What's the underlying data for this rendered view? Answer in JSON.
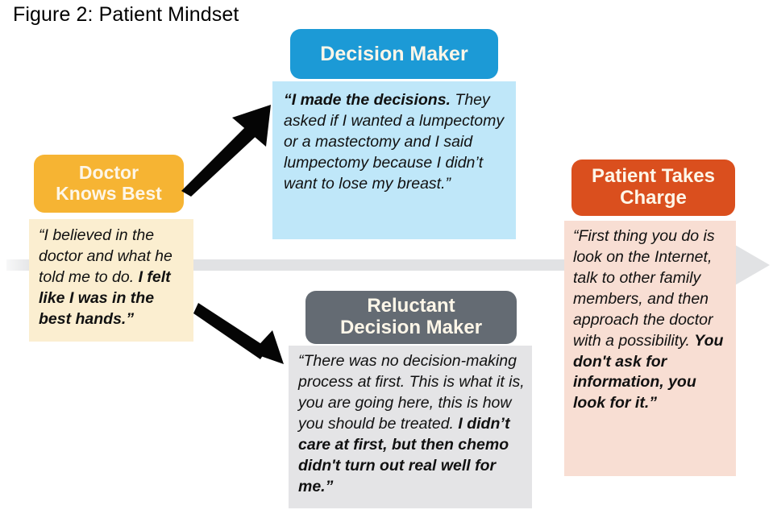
{
  "figure": {
    "title": "Figure 2: Patient Mindset",
    "background": "#ffffff"
  },
  "timeline": {
    "name": "progression-arrow",
    "color": "#e1e2e4",
    "direction": "left-to-right"
  },
  "colors": {
    "doctor_header": "#f6b433",
    "doctor_body": "#fbeed0",
    "decision_header": "#1c9ad6",
    "decision_body": "#bfe7f9",
    "reluctant_header": "#646b73",
    "reluctant_body": "#e4e4e6",
    "patient_header": "#da4f1e",
    "patient_body": "#f8ded3",
    "header_text": "#fdf6e8",
    "quote_text": "#111111",
    "connector_arrow": "#000000"
  },
  "stages": {
    "doctor": {
      "title": "Doctor Knows Best",
      "title_line1": "Doctor",
      "title_line2": "Knows Best",
      "quote_plain_1": "“I believed in the doctor and what he told me to do. ",
      "quote_bold_1": "I felt like I was in the best hands.”"
    },
    "decision": {
      "title": "Decision Maker",
      "quote_bold_1": "“I made the decisions.",
      "quote_plain_1": " They asked if I wanted a lumpectomy or a mastectomy and I said lumpectomy because I didn’t want to lose my breast.”"
    },
    "reluctant": {
      "title": "Reluctant Decision Maker",
      "title_line1": "Reluctant",
      "title_line2": "Decision Maker",
      "quote_plain_1": "“There was no decision-making process at first. This is what it is, you are going here, this is how you should be treated. ",
      "quote_bold_1": "I didn’t care at first, but then chemo didn't turn out real well for me.”"
    },
    "patient": {
      "title": "Patient Takes Charge",
      "title_line1": "Patient Takes",
      "title_line2": "Charge",
      "quote_plain_1": "“First thing you do is look on the Internet, talk to other family members, and then approach the doctor with a possibility. ",
      "quote_bold_1": "You don't ask for information, you look for it.”"
    }
  },
  "connectors": [
    {
      "name": "arrow-to-decision-maker",
      "from": "doctor-knows-best",
      "to": "decision-maker",
      "direction": "up-right"
    },
    {
      "name": "arrow-to-reluctant-decision-maker",
      "from": "doctor-knows-best",
      "to": "reluctant-decision-maker",
      "direction": "down-right"
    }
  ]
}
